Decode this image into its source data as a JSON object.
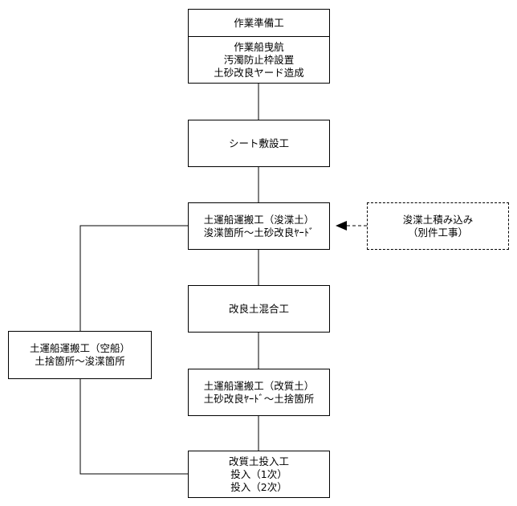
{
  "boxes": {
    "prep": {
      "title": "作業準備工",
      "lines": [
        "作業船曳航",
        "汚濁防止枠設置",
        "土砂改良ヤード造成"
      ]
    },
    "sheet": {
      "lines": [
        "シート敷設工"
      ]
    },
    "transport_dredge": {
      "lines": [
        "土運船運搬工（浚渫土）",
        "浚渫箇所～土砂改良ﾔｰﾄﾞ"
      ]
    },
    "dredge_load": {
      "lines": [
        "浚渫土積み込み",
        "（別件工事）"
      ]
    },
    "mix": {
      "lines": [
        "改良土混合工"
      ]
    },
    "transport_improved": {
      "lines": [
        "土運船運搬工（改質土）",
        "土砂改良ﾔｰﾄﾞ～土捨箇所"
      ]
    },
    "transport_empty": {
      "lines": [
        "土運船運搬工（空船）",
        "土捨箇所～浚渫箇所"
      ]
    },
    "dump": {
      "lines": [
        "改質土投入工",
        "投入（1次）",
        "投入（2次）"
      ]
    }
  }
}
